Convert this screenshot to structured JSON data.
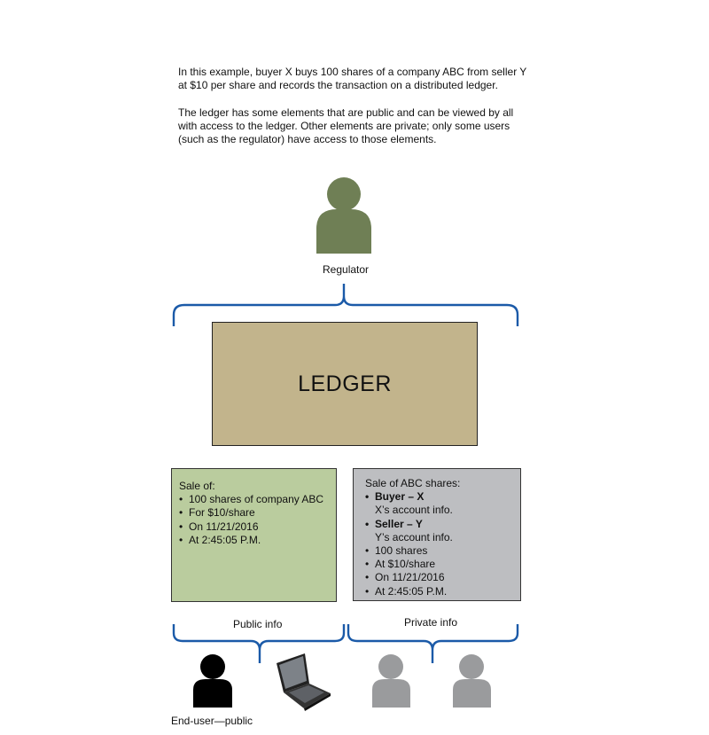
{
  "intro": {
    "paragraph1": "In this example, buyer X buys 100 shares of a company ABC from seller Y at $10 per share and records the transaction on a distributed ledger.",
    "paragraph2": "The ledger has some elements that are public and can be viewed by all with access to the ledger. Other elements are private; only some users (such as the regulator) have access to those elements."
  },
  "regulator": {
    "label": "Regulator"
  },
  "ledger": {
    "label": "LEDGER"
  },
  "public_box": {
    "heading": "Sale of:",
    "items": [
      "100 shares of company ABC",
      "For $10/share",
      "On 11/21/2016",
      "At 2:45:05 P.M."
    ]
  },
  "private_box": {
    "heading": "Sale of ABC shares:",
    "buyer": "Buyer – X",
    "buyer_info": "X’s account info.",
    "seller": "Seller – Y",
    "seller_info": "Y’s account info.",
    "items": [
      "100 shares",
      "At $10/share",
      "On 11/21/2016",
      "At 2:45:05 P.M."
    ]
  },
  "public_info_label": "Public info",
  "private_info_label": "Private info",
  "end_user_label": "End-user—public",
  "colors": {
    "brace": "#1b5aa8",
    "regulator": "#6f7f55",
    "ledger": "#c2b48c",
    "public_box": "#bacc9e",
    "private_box": "#bdbec1",
    "private_user": "#9a9b9d",
    "public_user": "#000000"
  }
}
